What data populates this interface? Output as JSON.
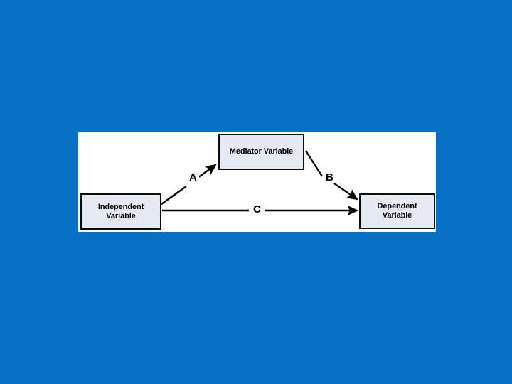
{
  "slide": {
    "background_color": "#0671c4"
  },
  "figure": {
    "background_color": "#ffffff",
    "box_fill_color": "#e4e9f4",
    "box_border_color": "#0d0d0d",
    "connector_color": "#000000",
    "nodes": [
      {
        "id": "mediator",
        "label": "Mediator Variable"
      },
      {
        "id": "independent",
        "label": "Independent\nVariable"
      },
      {
        "id": "dependent",
        "label": "Dependent\nVariable"
      }
    ],
    "paths": [
      {
        "id": "a",
        "label": "A",
        "from": "independent",
        "to": "mediator"
      },
      {
        "id": "b",
        "label": "B",
        "from": "mediator",
        "to": "dependent"
      },
      {
        "id": "c",
        "label": "C",
        "from": "independent",
        "to": "dependent"
      }
    ]
  }
}
